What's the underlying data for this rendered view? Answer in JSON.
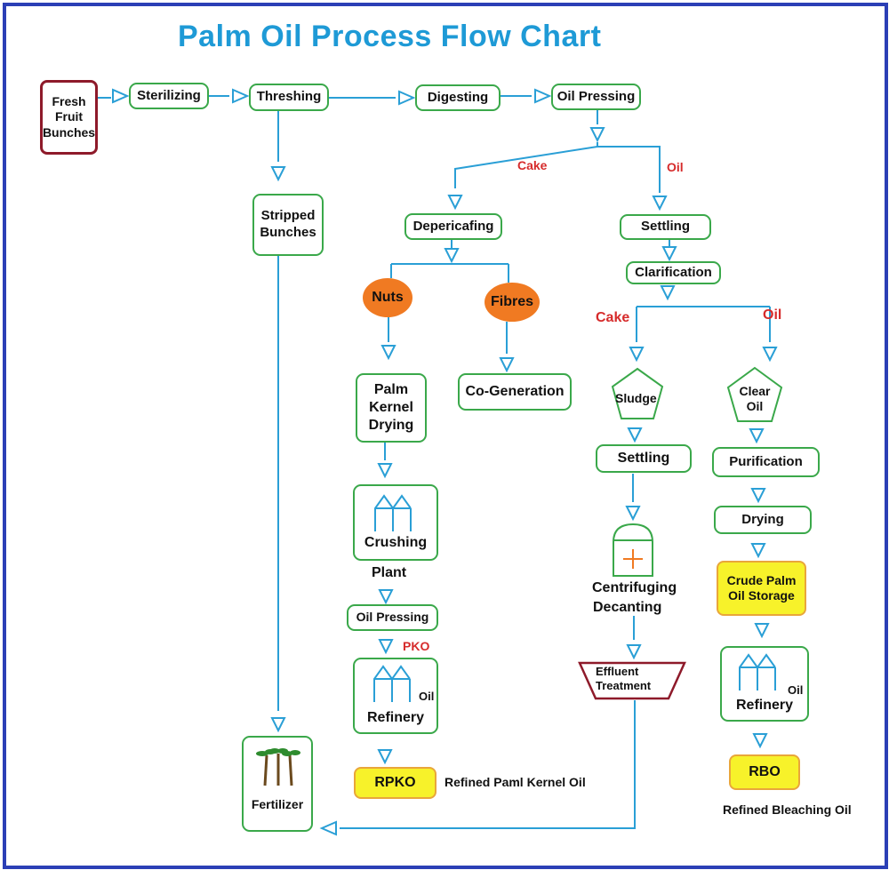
{
  "title": "Palm Oil Process Flow Chart",
  "nodes": {
    "fresh_fruit_bunches": "Fresh\nFruit\nBunches",
    "sterilizing": "Sterilizing",
    "threshing": "Threshing",
    "digesting": "Digesting",
    "oil_pressing_top": "Oil Pressing",
    "stripped_bunches": "Stripped\nBunches",
    "depericafing": "Depericafing",
    "settling_1": "Settling",
    "clarification": "Clarification",
    "nuts": "Nuts",
    "fibres": "Fibres",
    "palm_kernel_drying": "Palm\nKernel\nDrying",
    "co_generation": "Co-Generation",
    "sludge": "Sludge",
    "clear_oil": "Clear\nOil",
    "crushing": "Crushing",
    "plant": "Plant",
    "settling_2": "Settling",
    "purification": "Purification",
    "drying": "Drying",
    "centrifuging": "Centrifuging",
    "decanting": "Decanting",
    "crude_palm_oil_storage": "Crude Palm\nOil Storage",
    "oil_pressing_kernel": "Oil Pressing",
    "effluent_treatment": "Effluent\nTreatment",
    "oil_small_left": "Oil",
    "refinery_left": "Refinery",
    "oil_small_right": "Oil",
    "refinery_right": "Refinery",
    "fertilizer": "Fertilizer",
    "rpko": "RPKO",
    "rpko_desc": "Refined  Paml Kernel Oil",
    "rbo": "RBO",
    "rbo_desc": "Refined Bleaching Oil"
  },
  "labels": {
    "cake_1": "Cake",
    "oil_1": "Oil",
    "cake_2": "Cake",
    "oil_2": "Oil",
    "pko": "PKO"
  },
  "colors": {
    "border": "#2b3fb6",
    "title": "#1e9ad6",
    "line": "#2a9fd6",
    "box_border": "#3aa84a",
    "red_border": "#8e1a2a",
    "label_red": "#d62b2b",
    "oval": "#f07a22",
    "highlight": "#f7f22a",
    "icon": "#2a9fd6",
    "plus": "#f07a22"
  }
}
